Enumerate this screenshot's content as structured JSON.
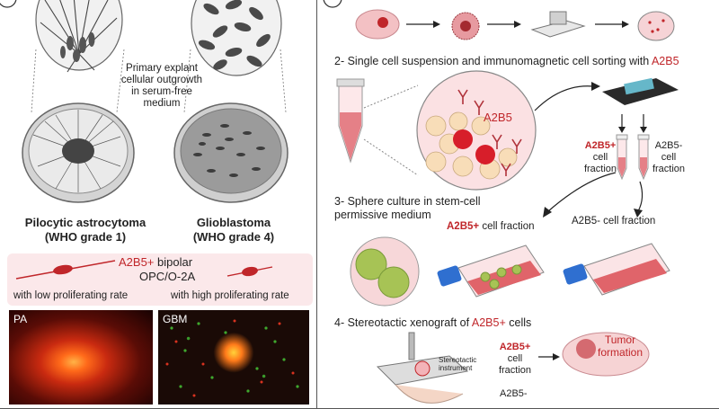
{
  "left": {
    "explant_caption": [
      "Primary explant",
      "cellular outgrowth",
      "in serum-free",
      "medium"
    ],
    "tumor_pa": {
      "name": "Pilocytic astrocytoma",
      "grade": "(WHO grade 1)"
    },
    "tumor_gbm": {
      "name": "Glioblastoma",
      "grade": "(WHO grade 4)"
    },
    "cell_box": {
      "marker": "A2B5+",
      "marker_suffix": " bipolar",
      "cell_type": "OPC/O-2A",
      "low_rate": "with low proliferating rate",
      "high_rate": "with high proliferating rate"
    },
    "micro": {
      "pa_label": "PA",
      "gbm_label": "GBM"
    }
  },
  "right": {
    "step2": "2- Single cell suspension and immunomagnetic cell sorting with ",
    "step2_marker": "A2B5",
    "a2b5_bubble": "A2B5",
    "frac_pos": [
      "A2B5+",
      "cell",
      "fraction"
    ],
    "frac_neg": [
      "A2B5-",
      "cell",
      "fraction"
    ],
    "step3": [
      "3- Sphere culture in stem-cell",
      "permissive medium"
    ],
    "pos_fraction_marker": "A2B5+",
    "pos_fraction_text": " cell fraction",
    "neg_fraction": "A2B5- cell fraction",
    "step4_prefix": "4- Stereotactic xenograft of ",
    "step4_marker": "A2B5+",
    "step4_suffix": " cells",
    "instrument": [
      "Stereotactic",
      "instrument"
    ],
    "xeno_pos": [
      "A2B5+",
      "cell",
      "fraction"
    ],
    "xeno_neg": [
      "A2B5-"
    ],
    "tumor_formation": [
      "Tumor",
      "formation"
    ]
  },
  "colors": {
    "accent_red": "#c0262a",
    "dish_grey": "#9a9a9a",
    "flask_red": "#e0646a",
    "flask_blue": "#2f6fd0"
  }
}
